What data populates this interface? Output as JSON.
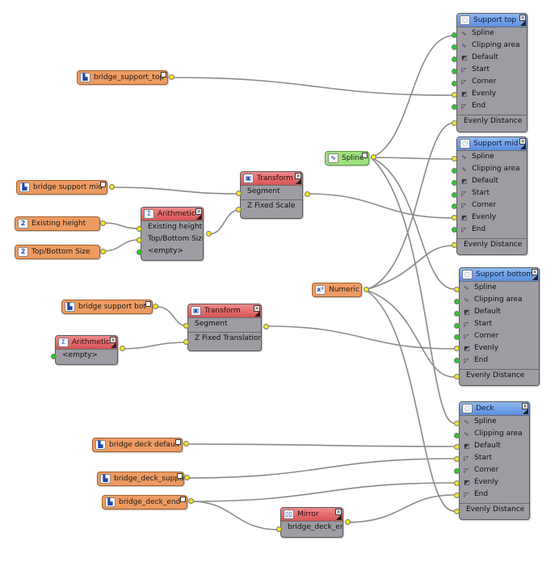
{
  "nodes": {
    "support_top": {
      "title": "Support top",
      "inputs": [
        "Spline",
        "Clipping area",
        "Default",
        "Start",
        "Corner",
        "Evenly",
        "End"
      ],
      "footer": "Evenly Distance"
    },
    "support_mid": {
      "title": "Support mid",
      "inputs": [
        "Spline",
        "Clipping area",
        "Default",
        "Start",
        "Corner",
        "Evenly",
        "End"
      ],
      "footer": "Evenly Distance"
    },
    "support_bottom": {
      "title": "Support bottom",
      "inputs": [
        "Spline",
        "Clipping area",
        "Default",
        "Start",
        "Corner",
        "Evenly",
        "End"
      ],
      "footer": "Evenly Distance"
    },
    "deck": {
      "title": "Deck",
      "inputs": [
        "Spline",
        "Clipping area",
        "Default",
        "Start",
        "Corner",
        "Evenly",
        "End"
      ],
      "footer": "Evenly Distance"
    },
    "transform1": {
      "title": "Transform",
      "inputs": [
        "Segment",
        "Z Fixed Scale"
      ]
    },
    "transform2": {
      "title": "Transform",
      "inputs": [
        "Segment",
        "Z Fixed Translation"
      ]
    },
    "arithmetic1": {
      "title": "Arithmetic",
      "inputs": [
        "Existing height",
        "Top/Bottom Size",
        "<empty>"
      ]
    },
    "arithmetic2": {
      "title": "Arithmetic",
      "inputs": [
        "<empty>"
      ]
    },
    "mirror": {
      "title": "Mirror",
      "inputs": [
        "bridge_deck_er"
      ]
    }
  },
  "values": {
    "bridge_support_top": "bridge_support_top",
    "bridge_support_mid": "bridge support mid",
    "existing_height": "Existing height",
    "top_bottom_size": "Top/Bottom Size",
    "bridge_support_bot": "bridge support bot",
    "spline": "Spline",
    "numeric": "Numeric",
    "bridge_deck_default": "bridge deck default",
    "bridge_deck_support": "bridge_deck_support",
    "bridge_deck_end": "bridge_deck_end"
  },
  "icons": {
    "value_icon_text_2": "2",
    "numeric_icon_text": "x²",
    "arith_icon_text": "Σ"
  }
}
